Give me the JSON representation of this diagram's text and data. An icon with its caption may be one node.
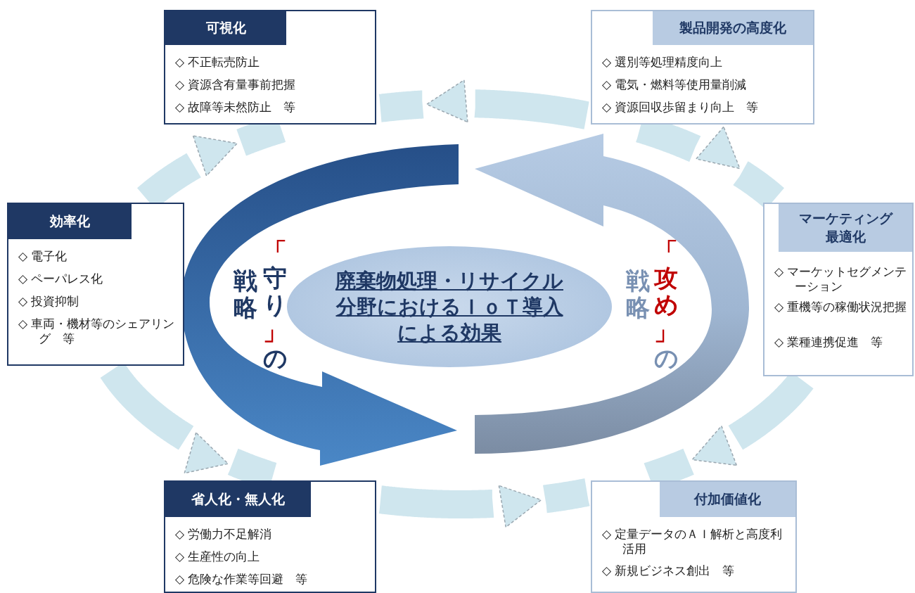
{
  "diagram": {
    "nodes": [
      {
        "text": [
          "可視化",
          "◇ 不正転売防止",
          "◇ 資源含有量事前把握",
          "◇ 故障等未然防止　等"
        ]
      },
      {
        "text": [
          "製品開発の高度化",
          "◇ 選別等処理精度向上",
          "◇ 電気・燃料等使用量削減",
          "◇ 資源回収歩留まり向上　等"
        ]
      },
      {
        "text": [
          "効率化",
          "◇ 電子化",
          "◇ ペーパレス化",
          "◇ 投資抑制",
          "◇ 車両・機材等のシェアリング　等"
        ]
      },
      {
        "text": [
          "廃棄物処理・リサイクル分野におけるＩｏＴ導入による効果"
        ]
      },
      {
        "text": [
          "マーケティング最適化",
          "◇ マーケットセグメンテーション",
          "◇ 重機等の稼働状況把握",
          "◇ 業種連携促進　等"
        ]
      },
      {
        "text": [
          "省人化・無人化",
          "◇ 労働力不足解消",
          "◇ 生産性の向上",
          "◇ 危険な作業等回避　等"
        ]
      },
      {
        "text": [
          "付加価値化",
          "◇ 定量データのＡＩ解析と高度利活用",
          "◇ 新規ビジネス創出　等"
        ]
      },
      {
        "text": [],
        "shape": "arrow"
      },
      {
        "text": [],
        "shape": "arrow"
      }
    ],
    "edges": [
      {
        "from": 1,
        "to": 0,
        "arrow": "to"
      },
      {
        "from": 2,
        "to": 0,
        "arrow": "to"
      },
      {
        "from": 1,
        "to": 4,
        "arrow": "to"
      },
      {
        "from": 2,
        "to": 5,
        "arrow": "to"
      },
      {
        "from": 5,
        "to": 6,
        "arrow": "to"
      },
      {
        "from": 4,
        "to": 6,
        "arrow": "to"
      }
    ],
    "labels": [
      "「守り」の",
      "戦略",
      "「攻め」の",
      "戦略"
    ]
  }
}
